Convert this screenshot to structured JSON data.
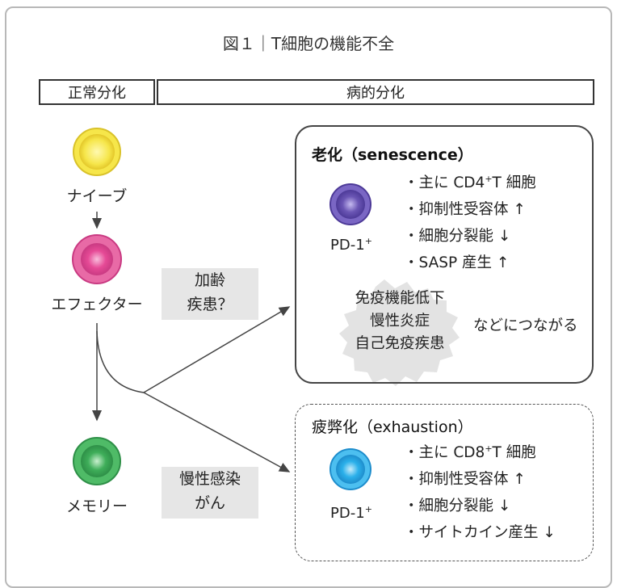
{
  "title": "図１｜T細胞の機能不全",
  "headers": {
    "normal": "正常分化",
    "pathologic": "病的分化"
  },
  "cells": {
    "naive": {
      "label": "ナイーブ",
      "color": "#f6e64a"
    },
    "effector": {
      "label": "エフェクター",
      "color": "#e64a96"
    },
    "memory": {
      "label": "メモリー",
      "color": "#3fae5a"
    }
  },
  "arrow_labels": {
    "aging": [
      "加齢",
      "疾患？"
    ],
    "chronic": [
      "慢性感染",
      "がん"
    ]
  },
  "senescence": {
    "heading": "老化（senescence）",
    "cell_color": "#6a55b4",
    "pd1_label": "PD-1",
    "pd1_sup": "+",
    "bullets": [
      {
        "pre": "・主に CD4",
        "sup": "+",
        "post": "T 細胞"
      },
      {
        "pre": "・抑制性受容体 ↑",
        "sup": "",
        "post": ""
      },
      {
        "pre": "・細胞分裂能 ↓",
        "sup": "",
        "post": ""
      },
      {
        "pre": "・SASP 産生 ↑",
        "sup": "",
        "post": ""
      }
    ],
    "burst_lines": [
      "免疫機能低下",
      "慢性炎症",
      "自己免疫疾患"
    ],
    "leads_to": "などにつながる"
  },
  "exhaustion": {
    "heading": "疲弊化（exhaustion）",
    "cell_color": "#2bb0ea",
    "pd1_label": "PD-1",
    "pd1_sup": "+",
    "bullets": [
      {
        "pre": "・主に CD8",
        "sup": "+",
        "post": "T 細胞"
      },
      {
        "pre": "・抑制性受容体 ↑",
        "sup": "",
        "post": ""
      },
      {
        "pre": "・細胞分裂能 ↓",
        "sup": "",
        "post": ""
      },
      {
        "pre": "・サイトカイン産生 ↓",
        "sup": "",
        "post": ""
      }
    ]
  }
}
